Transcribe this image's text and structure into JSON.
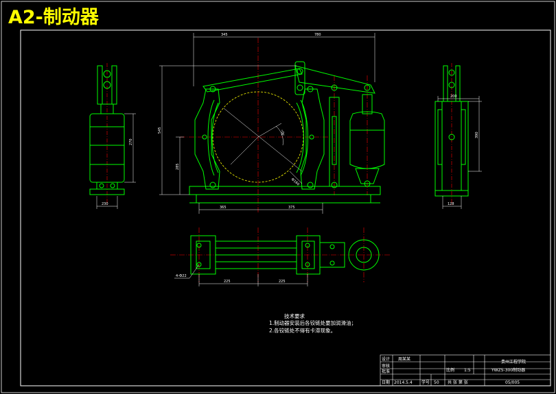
{
  "title": "A2-制动器",
  "notes": {
    "heading": "技术要求",
    "line1": "1.制动器安装后各铰链处要加润滑油；",
    "line2": "2.各铰链处不得有卡滞现象。"
  },
  "dims": {
    "top_left": "345",
    "top_right": "780",
    "height_total": "545",
    "height_lower": "285",
    "radius": "Ф160",
    "bottom_left": "365",
    "bottom_right": "375",
    "angle": "30°",
    "left_width": "230",
    "left_height": "270",
    "right_top": "200",
    "right_height": "390",
    "right_bottom": "128",
    "plan_left": "225",
    "plan_right": "225",
    "holes": "4-Ф22"
  },
  "title_block": {
    "designer_label": "设计",
    "designer": "周某某",
    "checker_label": "审核",
    "approve_label": "批准",
    "school": "贵州工程学院",
    "scale_label": "比例",
    "scale": "1:5",
    "drawing_name": "YWZ5-300制动器",
    "date_label": "日期",
    "date": "2014.5.4",
    "sheet_label": "学号",
    "sheet": "50",
    "total_label": "共 张 第 张",
    "code": "05/005"
  },
  "colors": {
    "background": "#000000",
    "frame": "#ffffff",
    "part": "#00ff00",
    "centerline": "#ff0000",
    "dimension": "#ffffff",
    "title": "#ffff00"
  }
}
